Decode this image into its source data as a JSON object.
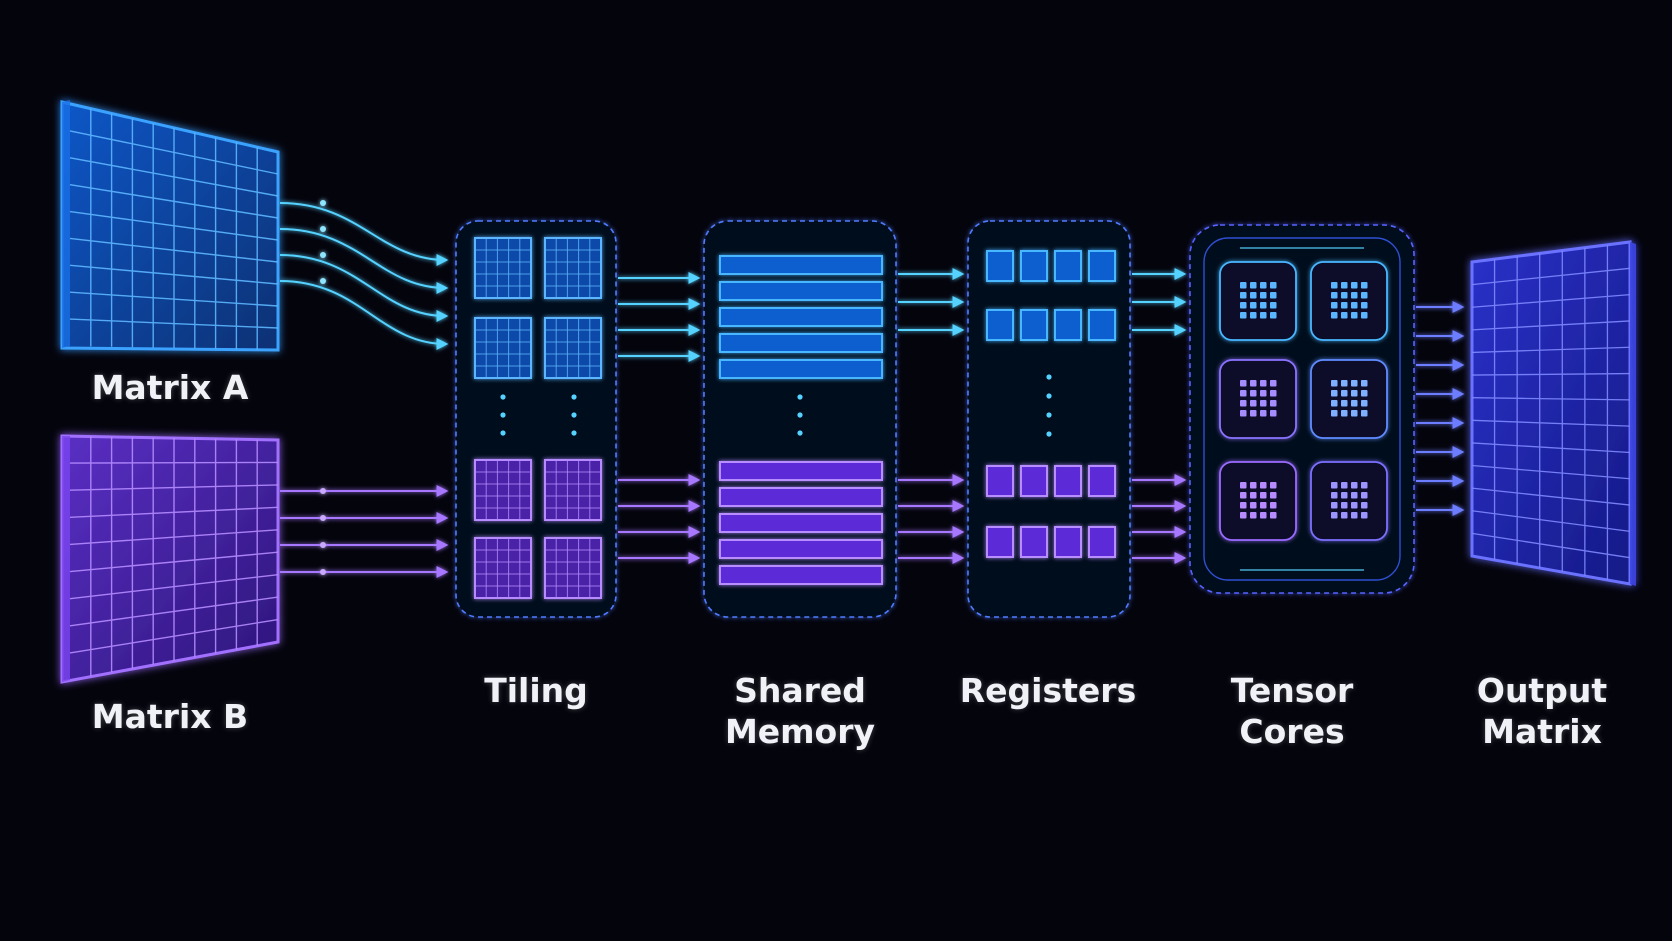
{
  "colors": {
    "background": "#04040d",
    "blue": "#2f8dff",
    "blue_fill": "#0c3d8a",
    "cyan_arrow": "#55d2ff",
    "purple": "#9b5cff",
    "purple_fill": "#3d1f8f",
    "indigo": "#5b5cff",
    "indigo_fill": "#1b1f9a",
    "label_text": "#f1f1f8"
  },
  "labels": {
    "matrix_a": "Matrix A",
    "matrix_b": "Matrix B",
    "tiling": "Tiling",
    "shared_memory": [
      "Shared",
      "Memory"
    ],
    "registers": "Registers",
    "tensor_cores": [
      "Tensor",
      "Cores"
    ],
    "output_matrix": [
      "Output",
      "Matrix"
    ]
  },
  "icons": {
    "continuation": "vertical-ellipsis-icon",
    "flow": "arrow-right-icon"
  }
}
